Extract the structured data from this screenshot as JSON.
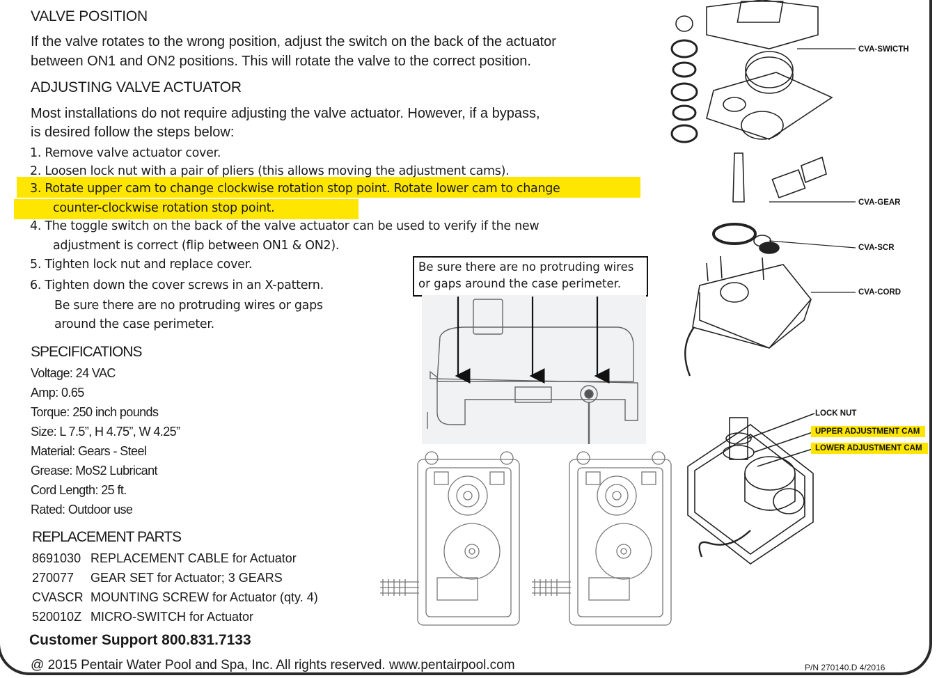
{
  "valve_position": {
    "heading": "VALVE POSITION",
    "line1": "If the valve rotates to the wrong position, adjust the switch on the back of the actuator",
    "line2": "between ON1 and ON2 positions. This will rotate the valve to the correct position."
  },
  "adjusting": {
    "heading": "ADJUSTING VALVE ACTUATOR",
    "line1": "Most installations do not require adjusting the valve actuator. However, if a bypass,",
    "line2": "is desired follow the steps below:",
    "steps": [
      "1.   Remove valve actuator cover.",
      "2.   Loosen lock nut with a pair of pliers (this allows moving the adjustment cams).",
      "3.   Rotate upper cam to change clockwise rotation stop point. Rotate lower cam to change",
      "counter-clockwise rotation stop point.",
      "4.   The toggle switch on the back of the valve actuator can be used to verify if the new",
      "adjustment is correct (flip between ON1 & ON2).",
      "5.   Tighten lock nut and replace cover.",
      "6.   Tighten down the cover screws in an X-pattern.",
      "Be sure there are no protruding wires or gaps",
      "around the case perimeter."
    ]
  },
  "specifications": {
    "heading": "SPECIFICATIONS",
    "items": [
      "Voltage:  24 VAC",
      "Amp:  0.65",
      "Torque: 250 inch pounds",
      "Size:  L 7.5”, H 4.75”, W 4.25”",
      "Material:  Gears - Steel",
      "Grease: MoS2 Lubricant",
      "Cord Length: 25 ft.",
      "Rated: Outdoor use"
    ]
  },
  "replacement_parts": {
    "heading": "REPLACEMENT PARTS",
    "rows": [
      {
        "code": "8691030",
        "desc": "REPLACEMENT CABLE for Actuator"
      },
      {
        "code": "270077",
        "desc": "GEAR SET for Actuator; 3 GEARS"
      },
      {
        "code": "CVASCR",
        "desc": "MOUNTING SCREW for Actuator (qty. 4)"
      },
      {
        "code": "520010Z",
        "desc": "MICRO-SWITCH for Actuator"
      }
    ]
  },
  "note_box": {
    "line1": "Be sure there are no protruding wires",
    "line2": "or gaps around the case perimeter."
  },
  "diagram_labels": {
    "switch": "CVA-SWICTH",
    "gear": "CVA-GEAR",
    "scr": "CVA-SCR",
    "cord": "CVA-CORD",
    "lock_nut": "LOCK NUT",
    "upper_cam": "UPPER ADJUSTMENT CAM",
    "lower_cam": "LOWER ADJUSTMENT CAM"
  },
  "footer": {
    "support": "Customer Support 800.831.7133",
    "copyright": "@  2015 Pentair Water Pool and Spa, Inc.  All rights reserved. www.pentairpool.com",
    "part_number": "P/N 270140.D  4/2016"
  },
  "colors": {
    "highlight": "#ffe600",
    "ink": "#1a1a1a"
  }
}
